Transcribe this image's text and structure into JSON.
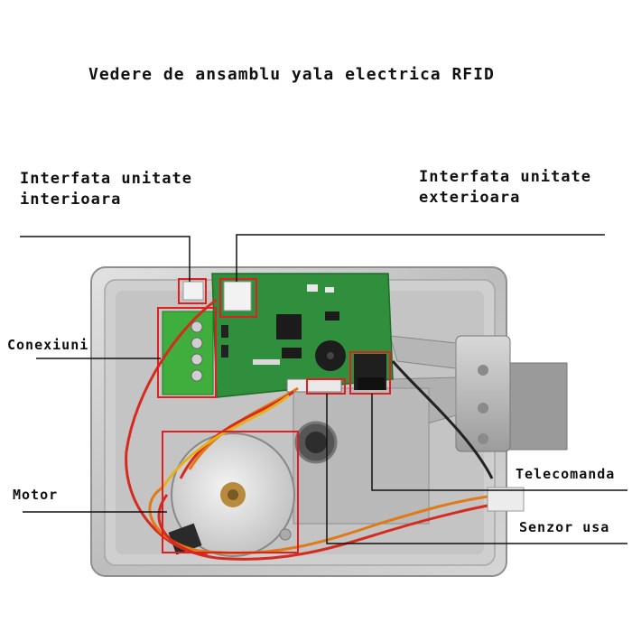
{
  "title": "Vedere de ansamblu yala electrica RFID",
  "labels": {
    "interior_line1": "Interfata unitate",
    "interior_line2": "interioara",
    "exterior_line1": "Interfata unitate",
    "exterior_line2": "exterioara",
    "connections": "Conexiuni",
    "motor": "Motor",
    "remote": "Telecomanda",
    "door_sensor": "Senzor usa"
  },
  "colors": {
    "highlight_box": "#e02020",
    "pcb": "#2f8f3c",
    "terminal_block": "#3fae3c",
    "housing": "#c9c9c9",
    "leader_line": "#111111"
  }
}
